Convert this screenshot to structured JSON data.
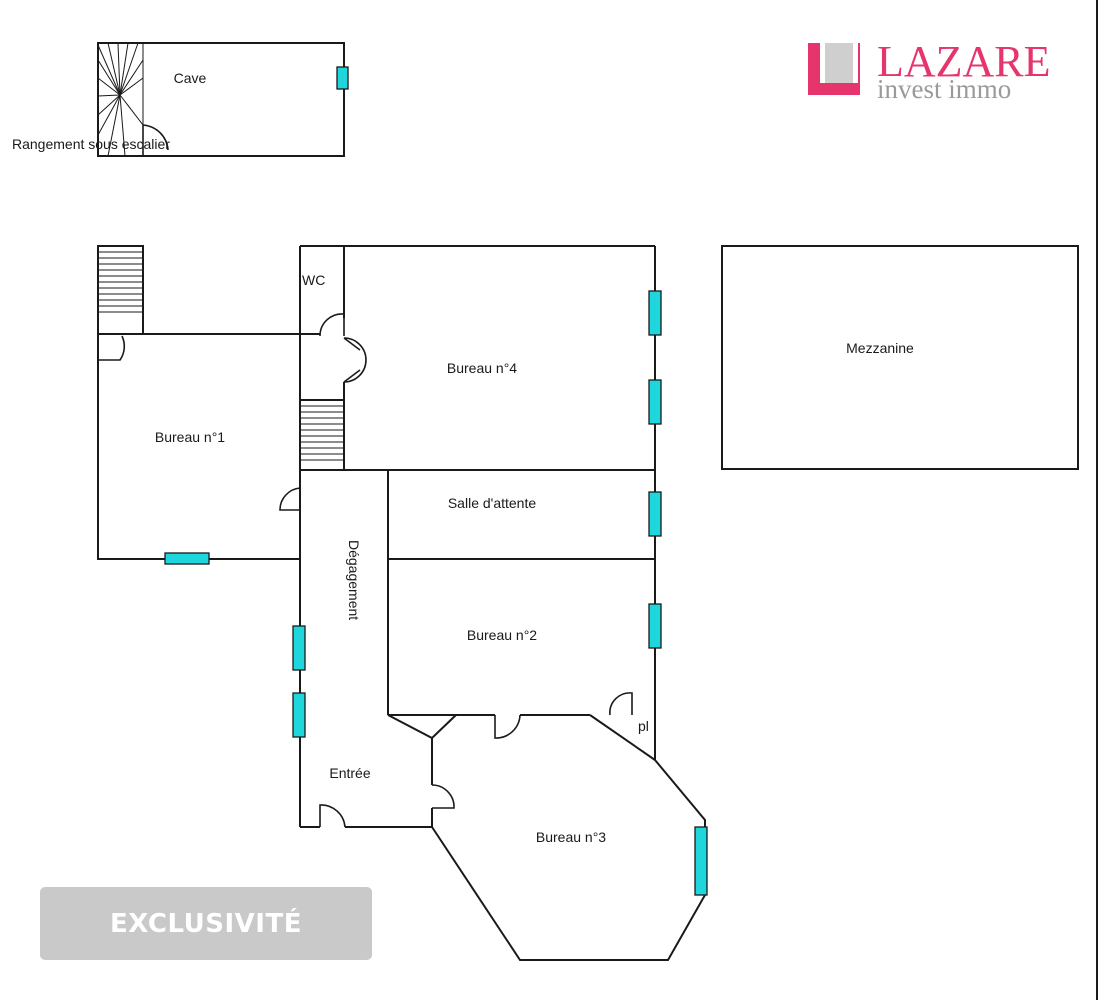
{
  "logo": {
    "brand": "LAZARE",
    "tagline": "invest immo",
    "brand_color": "#e5356c",
    "tagline_color": "#9a9a9a",
    "square_color": "#cfcfcf"
  },
  "rooms": {
    "cave": "Cave",
    "rangement": "Rangement sous escalier",
    "wc": "WC",
    "bureau1": "Bureau n°1",
    "bureau2": "Bureau n°2",
    "bureau3": "Bureau n°3",
    "bureau4": "Bureau n°4",
    "salle_attente": "Salle d'attente",
    "degagement": "Dégagement",
    "entree": "Entrée",
    "placard": "pl",
    "mezzanine": "Mezzanine"
  },
  "badge": {
    "label": "EXCLUSIVITÉ",
    "color": "#c9c9c9"
  },
  "window_color": "#1fd6dc"
}
